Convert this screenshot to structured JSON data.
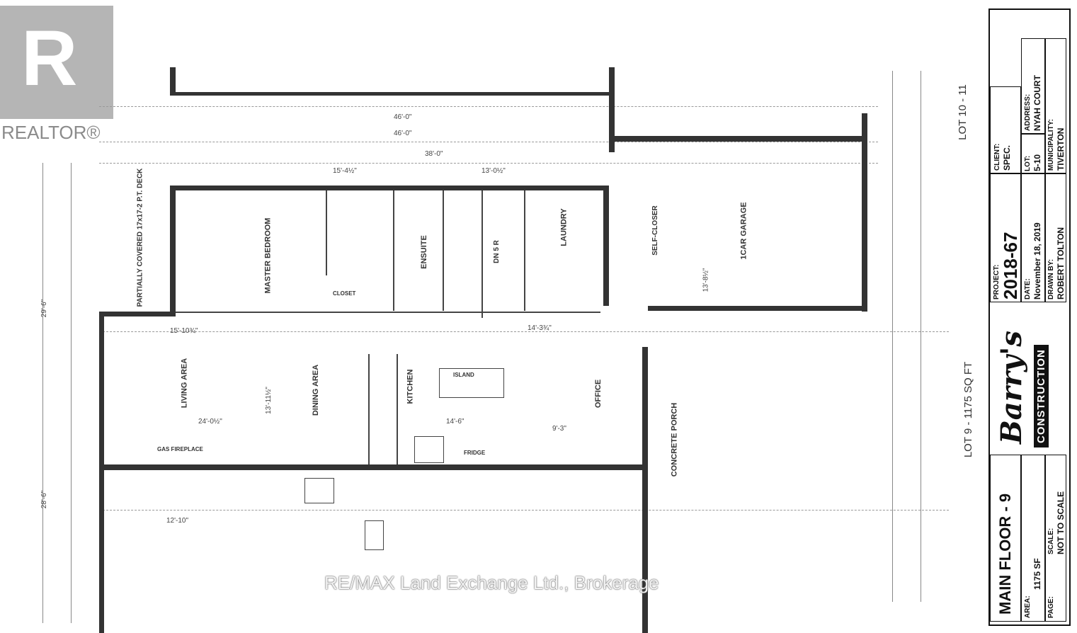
{
  "rooms": {
    "master_bedroom": "MASTER BEDROOM",
    "ensuite": "ENSUITE",
    "living_area": "LIVING AREA",
    "dining_area": "DINING AREA",
    "kitchen": "KITCHEN",
    "office": "OFFICE",
    "garage": "1CAR GARAGE",
    "laundry": "LAUNDRY",
    "porch": "CONCRETE PORCH",
    "deck": "PARTIALLY COVERED 17x17-2 P.T. DECK",
    "fireplace": "GAS FIREPLACE",
    "closet": "CLOSET",
    "fridge": "FRIDGE",
    "self_closer": "SELF-CLOSER",
    "dn": "DN 5 R",
    "island": "ISLAND"
  },
  "dimensions": [
    "46'-0\"",
    "46'-0\"",
    "38'-0\"",
    "15'-4½\"",
    "13'-0½\"",
    "15'-10¾\"",
    "24'-0½\"",
    "13'-11½\"",
    "14'-6\"",
    "9'-3\"",
    "14'-3¾\"",
    "13'-8½\"",
    "29'-6\"",
    "28'-6\"",
    "12'-10\""
  ],
  "lot_labels": {
    "lot9": "LOT 9 - 1175 SQ FT",
    "lot10": "LOT 10 - 11"
  },
  "title_block": {
    "project_label": "PROJECT:",
    "project": "2018-67",
    "client_label": "CLIENT:",
    "client": "SPEC.",
    "address_label": "ADDRESS:",
    "address": "NYAH COURT",
    "date_label": "DATE:",
    "date": "November 18, 2019",
    "lot_label": "LOT:",
    "lot": "5-10",
    "drawn_by_label": "DRAWN BY:",
    "drawn_by": "ROBERT TOLTON",
    "municipality_label": "MUNICIPALITY:",
    "municipality": "TIVERTON",
    "company_logo": "Barry's CONSTRUCTION",
    "sheet_title": "MAIN FLOOR - 9",
    "area_label": "AREA:",
    "area": "1175 SF",
    "scale_label": "SCALE:",
    "scale": "NOT TO SCALE",
    "page_label": "PAGE:"
  },
  "watermark": "RE/MAX Land Exchange Ltd., Brokerage",
  "realtor_logo": "REALTOR®"
}
